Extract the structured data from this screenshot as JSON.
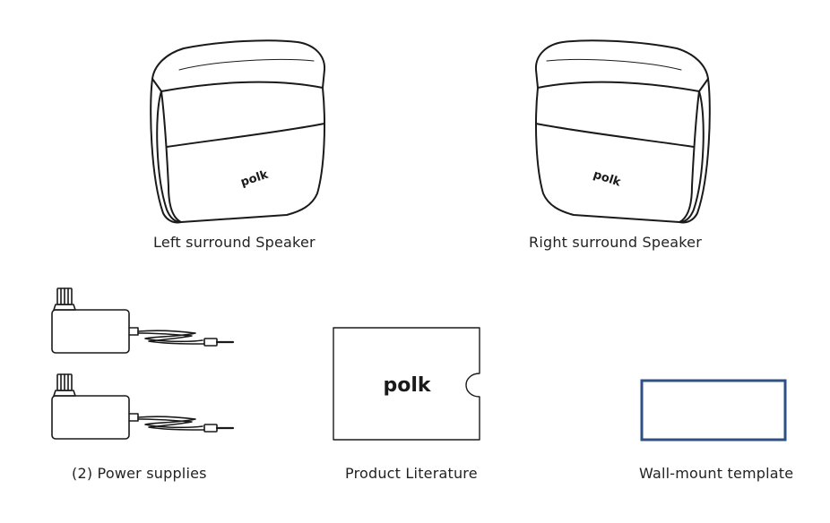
{
  "items": {
    "left_speaker": {
      "caption": "Left surround Speaker",
      "logo": "polk"
    },
    "right_speaker": {
      "caption": "Right surround Speaker",
      "logo": "polk"
    },
    "power_supplies": {
      "caption": "(2) Power supplies"
    },
    "literature": {
      "caption": "Product Literature",
      "logo": "polk"
    },
    "template": {
      "caption": "Wall-mount template",
      "border_color": "#2f5084"
    }
  },
  "colors": {
    "line_art": "#1a1a1a",
    "text": "#222222"
  }
}
